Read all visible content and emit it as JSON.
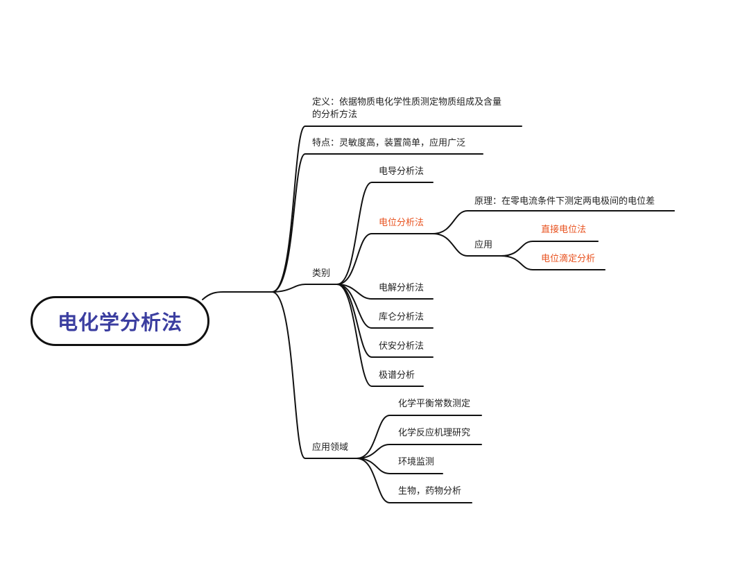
{
  "root": {
    "title": "电化学分析法"
  },
  "branches": {
    "definition": {
      "line1": "定义：依据物质电化学性质测定物质组成及含量",
      "line2": "的分析方法"
    },
    "features": {
      "label": "特点：灵敏度高，装置简单，应用广泛"
    },
    "categories": {
      "label": "类别",
      "items": {
        "conductometric": "电导分析法",
        "potentiometric": {
          "label": "电位分析法",
          "principle": "原理：在零电流条件下测定两电极间的电位差",
          "application": {
            "label": "应用",
            "direct": "直接电位法",
            "titration": "电位滴定分析"
          }
        },
        "electrolytic": "电解分析法",
        "coulometric": "库仑分析法",
        "voltammetric": "伏安分析法",
        "polarographic": "极谱分析"
      }
    },
    "applications": {
      "label": "应用领域",
      "items": [
        "化学平衡常数测定",
        "化学反应机理研究",
        "环境监测",
        "生物，药物分析"
      ]
    }
  },
  "colors": {
    "title": "#3b3ea0",
    "highlight": "#e8521f",
    "line": "#111111"
  }
}
